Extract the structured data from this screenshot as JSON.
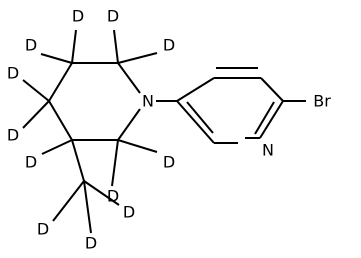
{
  "molecule": {
    "atoms": {
      "n_pip": "N",
      "n_pyr": "N",
      "br": "Br",
      "deuterium": "D"
    }
  }
}
